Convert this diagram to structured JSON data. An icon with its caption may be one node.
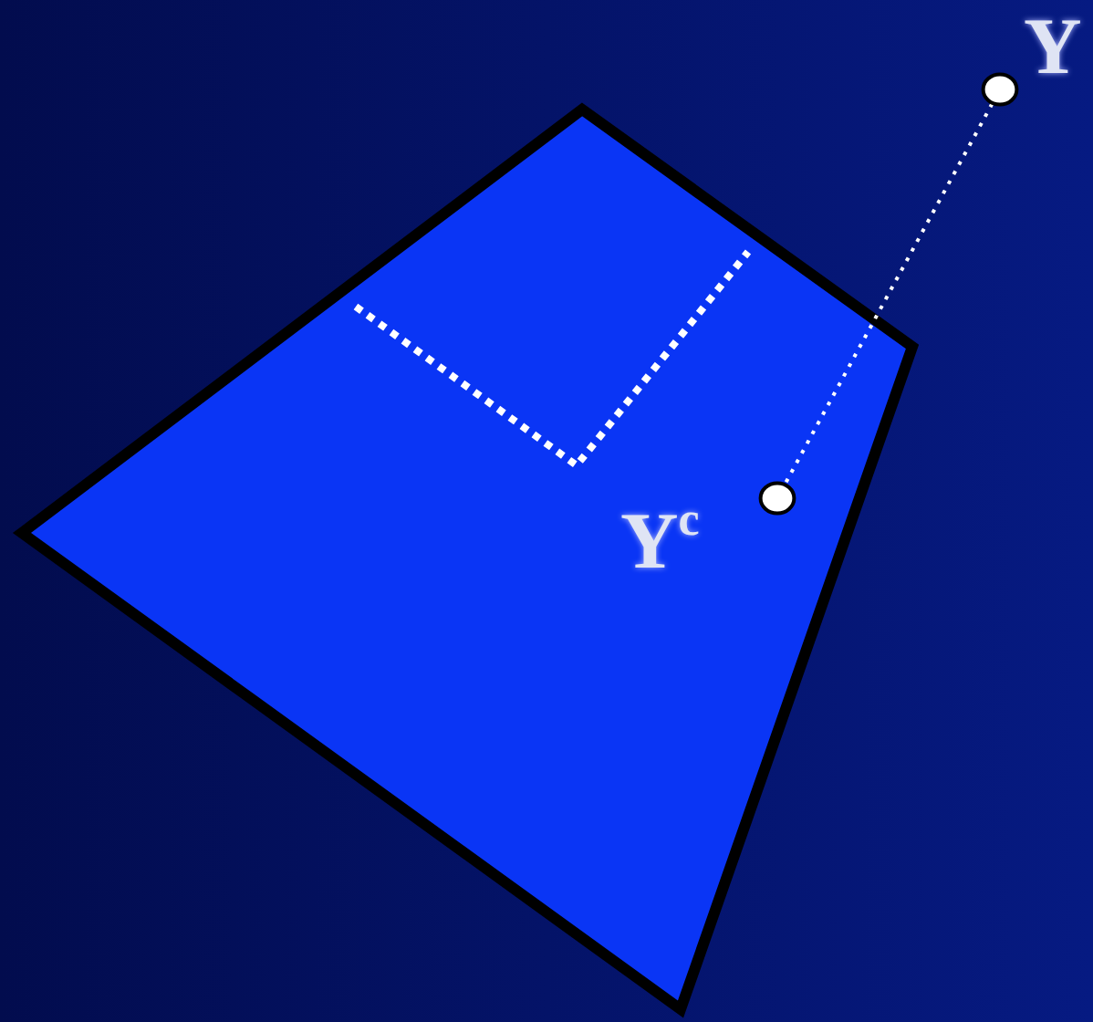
{
  "diagram": {
    "nodes": [
      {
        "text": [],
        "shape": "circle",
        "beside": [
          "Y"
        ]
      },
      {
        "text": [],
        "shape": "circle",
        "beside": [
          "Y$^{c}$"
        ]
      }
    ],
    "edges": [
      {
        "from": 0,
        "to": 1,
        "arrow": "none",
        "style": "dashed"
      }
    ]
  }
}
